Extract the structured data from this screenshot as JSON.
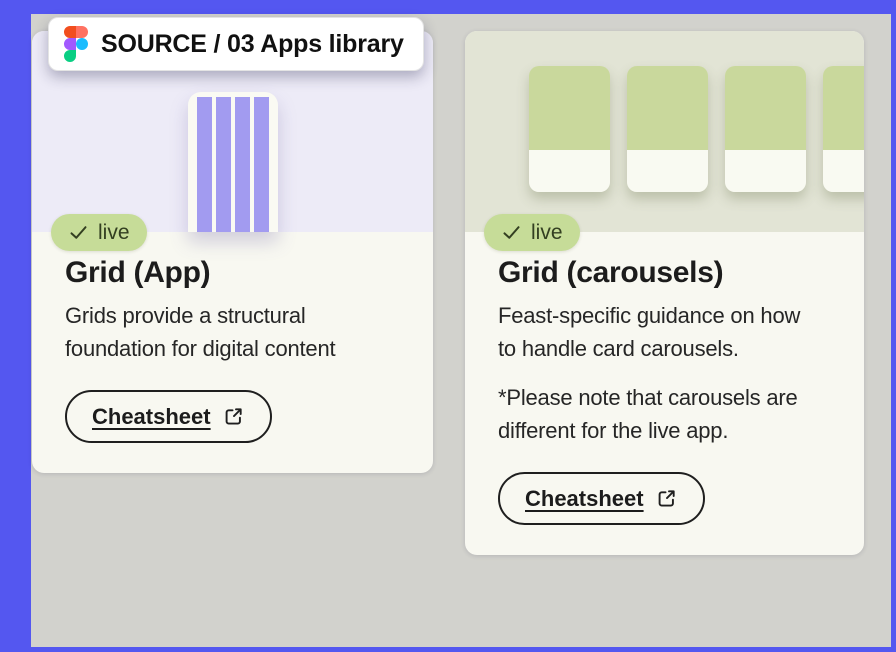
{
  "frame_label": {
    "text": "SOURCE / 03 Apps library",
    "icon": "figma-logo"
  },
  "cards": [
    {
      "title": "Grid (App)",
      "status_label": "live",
      "description": "Grids provide a structural\nfoundation for digital content",
      "button_label": "Cheatsheet"
    },
    {
      "title": "Grid (carousels)",
      "status_label": "live",
      "description": "Feast-specific guidance on how\nto handle card carousels.",
      "note": "*Please note that carousels are\ndifferent for the live app.",
      "button_label": "Cheatsheet"
    }
  ],
  "colors": {
    "canvas_blue": "#5457F0",
    "canvas_gray": "#D2D2CD",
    "card_bg": "#F8F8F1",
    "grid_app_preview_bg": "#EDEBF7",
    "grid_bar_purple": "#A29BF0",
    "carousel_preview_bg": "#E2E4D5",
    "carousel_item_green": "#C9D89C",
    "carousel_item_white": "#F9FAF2",
    "live_badge_green": "#C6DC98",
    "live_badge_text": "#333F21",
    "text_primary": "#1C1C1C",
    "figma_orange": "#F24E1E",
    "figma_red": "#FF7262",
    "figma_purple": "#A259FF",
    "figma_blue": "#1ABCFE",
    "figma_green": "#0ACF83"
  }
}
